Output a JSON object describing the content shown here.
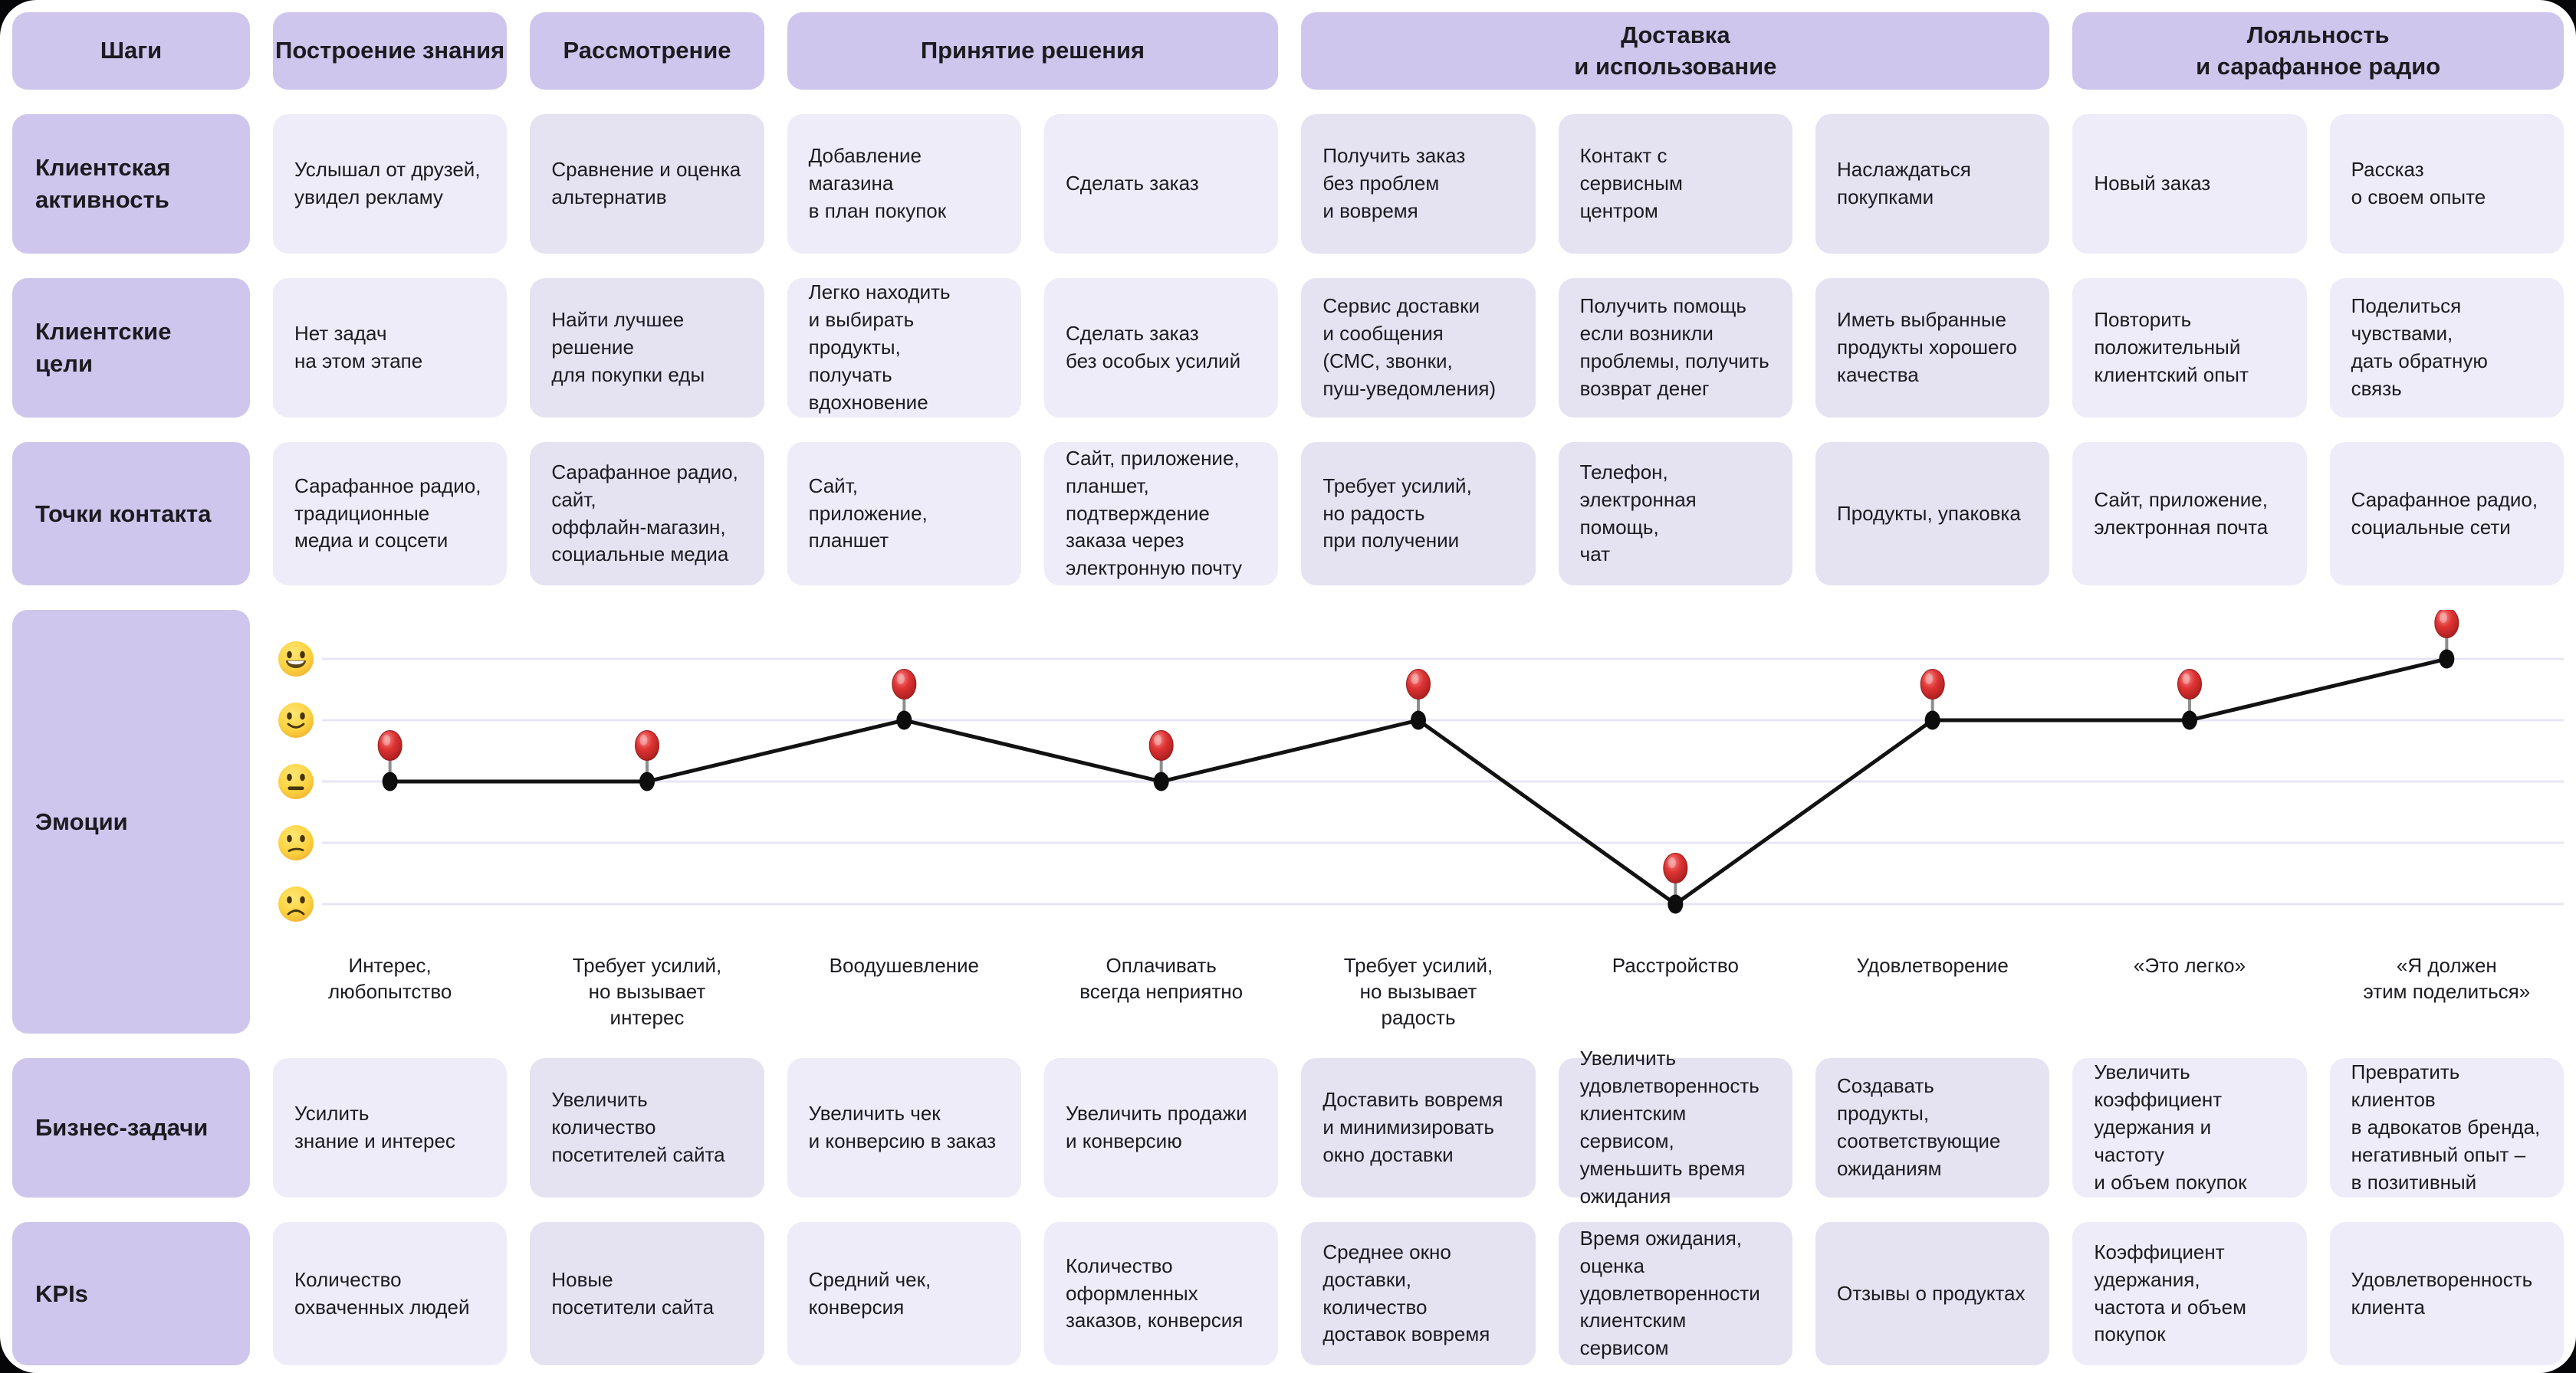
{
  "title": "Customer Journey Map",
  "colors": {
    "header_purple": "#cec6ec",
    "cell_light": "#eeecf8",
    "cell_dark": "#e5e2f1",
    "gridline": "#e8e5f3",
    "journey_line": "#121212",
    "pin_red": "#d93030",
    "emoji_yellow": "#fdd23f",
    "text": "#1b1b20",
    "background": "#ffffff"
  },
  "header": {
    "corner_label": "Шаги",
    "stages": [
      {
        "label": "Построение знания",
        "span": 1
      },
      {
        "label": "Рассмотрение",
        "span": 1
      },
      {
        "label": "Принятие решения",
        "span": 2
      },
      {
        "label": "Доставка\nи использование",
        "span": 3
      },
      {
        "label": "Лояльность\nи сарафанное радио",
        "span": 2
      }
    ]
  },
  "column_shades": [
    "light",
    "dark",
    "light",
    "light",
    "dark",
    "dark",
    "dark",
    "light",
    "light"
  ],
  "rows_top": [
    {
      "key": "activity",
      "label": "Клиентская\nактивность",
      "cells": [
        "Услышал от друзей,\nувидел рекламу",
        "Сравнение и оценка\nальтернатив",
        "Добавление магазина\nв план покупок",
        "Сделать заказ",
        "Получить заказ\nбез проблем\nи вовремя",
        "Контакт с сервисным\nцентром",
        "Наслаждаться\nпокупками",
        "Новый заказ",
        "Рассказ\nо своем опыте"
      ]
    },
    {
      "key": "goals",
      "label": "Клиентские\nцели",
      "cells": [
        "Нет задач\nна этом этапе",
        "Найти лучшее\nрешение\nдля покупки еды",
        "Легко находить\nи выбирать продукты,\nполучать\nвдохновение",
        "Сделать заказ\nбез особых усилий",
        "Сервис доставки\nи сообщения\n(СМС, звонки,\nпуш-уведомления)",
        "Получить помощь\nесли возникли\nпроблемы, получить\nвозврат денег",
        "Иметь выбранные\nпродукты хорошего\nкачества",
        "Повторить\nположительный\nклиентский опыт",
        "Поделиться\nчувствами,\nдать обратную связь"
      ]
    },
    {
      "key": "touchpoints",
      "label": "Точки контакта",
      "cells": [
        "Сарафанное радио,\nтрадиционные\nмедиа и соцсети",
        "Сарафанное радио,\nсайт,\nоффлайн-магазин,\nсоциальные медиа",
        "Сайт,\nприложение,\nпланшет",
        "Сайт, приложение,\nпланшет,\nподтверждение\nзаказа через\nэлектронную почту",
        "Требует усилий,\nно радость\nпри получении",
        "Телефон,\nэлектронная помощь,\nчат",
        "Продукты, упаковка",
        "Сайт, приложение,\nэлектронная почта",
        "Сарафанное радио,\nсоциальные сети"
      ]
    }
  ],
  "emotions": {
    "label": "Эмоции",
    "scale_icons": [
      "grinning-face",
      "slightly-smiling-face",
      "neutral-face",
      "confused-face",
      "frowning-face"
    ],
    "levels_count": 5,
    "points": [
      {
        "column": 1,
        "level": 3,
        "caption": "Интерес,\nлюбопытство"
      },
      {
        "column": 2,
        "level": 3,
        "caption": "Требует усилий,\nно вызывает\nинтерес"
      },
      {
        "column": 3,
        "level": 2,
        "caption": "Воодушевление"
      },
      {
        "column": 4,
        "level": 3,
        "caption": "Оплачивать\nвсегда неприятно"
      },
      {
        "column": 5,
        "level": 2,
        "caption": "Требует усилий,\nно вызывает\nрадость"
      },
      {
        "column": 6,
        "level": 5,
        "caption": "Расстройство"
      },
      {
        "column": 7,
        "level": 2,
        "caption": "Удовлетворение"
      },
      {
        "column": 8,
        "level": 2,
        "caption": "«Это легко»"
      },
      {
        "column": 9,
        "level": 1,
        "caption": "«Я должен\nэтим поделиться»"
      }
    ]
  },
  "rows_bottom": [
    {
      "key": "business",
      "label": "Бизнес-задачи",
      "cells": [
        "Усилить\nзнание и интерес",
        "Увеличить\nколичество\nпосетителей сайта",
        "Увеличить чек\nи конверсию в заказ",
        "Увеличить продажи\nи конверсию",
        "Доставить вовремя\nи минимизировать\nокно доставки",
        "Увеличить\nудовлетворенность\nклиентским сервисом,\nуменьшить время\nожидания",
        "Создавать продукты,\nсоответствующие\nожиданиям",
        "Увеличить\nкоэффициент\nудержания и частоту\nи объем покупок",
        "Превратить клиентов\nв адвокатов бренда,\nнегативный опыт –\nв позитивный"
      ]
    },
    {
      "key": "kpis",
      "label": "KPIs",
      "cells": [
        "Количество\nохваченных людей",
        "Новые\nпосетители сайта",
        "Средний чек,\nконверсия",
        "Количество\nоформленных\nзаказов, конверсия",
        "Среднее окно\nдоставки, количество\nдоставок вовремя",
        "Время ожидания,\nоценка\nудовлетворенности\nклиентским сервисом",
        "Отзывы о продуктах",
        "Коэффициент\nудержания,\nчастота и объем\nпокупок",
        "Удовлетворенность\nклиента"
      ]
    }
  ]
}
